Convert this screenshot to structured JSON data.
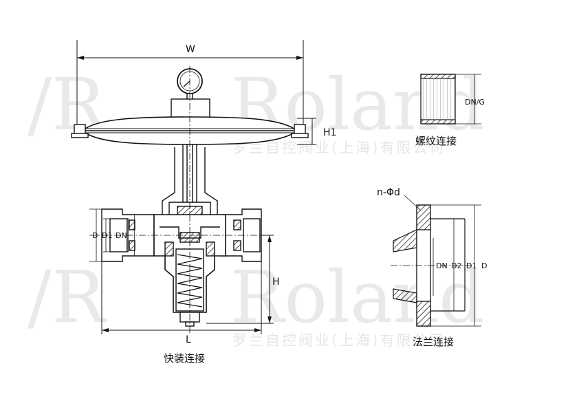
{
  "watermark": {
    "brand": "Roland",
    "company": "罗兰自控阀业(上海)有限公司"
  },
  "dimensions": {
    "W": "W",
    "H1": "H1",
    "H": "H",
    "L": "L",
    "left_port": [
      "D",
      "D1",
      "DN"
    ],
    "thread_size": "DN/G",
    "flange_holes": "n-Φd",
    "flange_sizes": [
      "DN",
      "D2",
      "D1",
      "D"
    ]
  },
  "captions": {
    "quick_connect": "快装连接",
    "thread_connect": "螺纹连接",
    "flange_connect": "法兰连接"
  },
  "colors": {
    "line": "#111111",
    "hatch": "#222222",
    "watermark": "#e9e9e9"
  }
}
